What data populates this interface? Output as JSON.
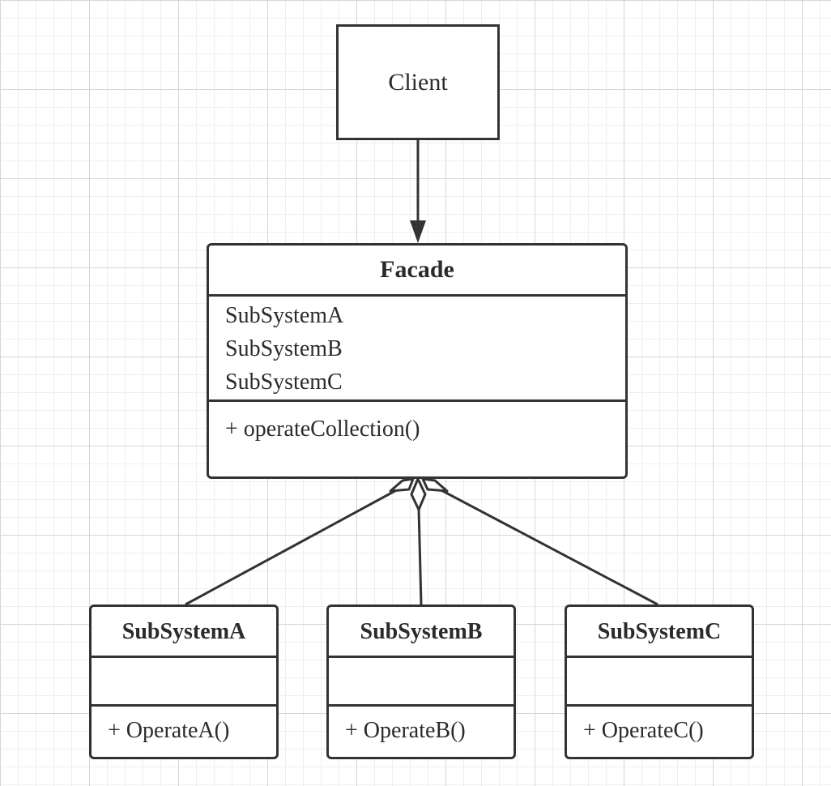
{
  "client": {
    "name": "Client"
  },
  "facade": {
    "name": "Facade",
    "attributes": [
      "SubSystemA",
      "SubSystemB",
      "SubSystemC"
    ],
    "operations": [
      "+ operateCollection()"
    ]
  },
  "subsystems": [
    {
      "name": "SubSystemA",
      "operations": [
        "+ OperateA()"
      ]
    },
    {
      "name": "SubSystemB",
      "operations": [
        "+ OperateB()"
      ]
    },
    {
      "name": "SubSystemC",
      "operations": [
        "+ OperateC()"
      ]
    }
  ],
  "relations": [
    {
      "type": "association",
      "from": "Client",
      "to": "Facade"
    },
    {
      "type": "aggregation",
      "whole": "Facade",
      "part": "SubSystemA"
    },
    {
      "type": "aggregation",
      "whole": "Facade",
      "part": "SubSystemB"
    },
    {
      "type": "aggregation",
      "whole": "Facade",
      "part": "SubSystemC"
    }
  ],
  "colors": {
    "line": "#333333",
    "grid": "#d6d6d6",
    "box_fill": "#ffffff"
  }
}
